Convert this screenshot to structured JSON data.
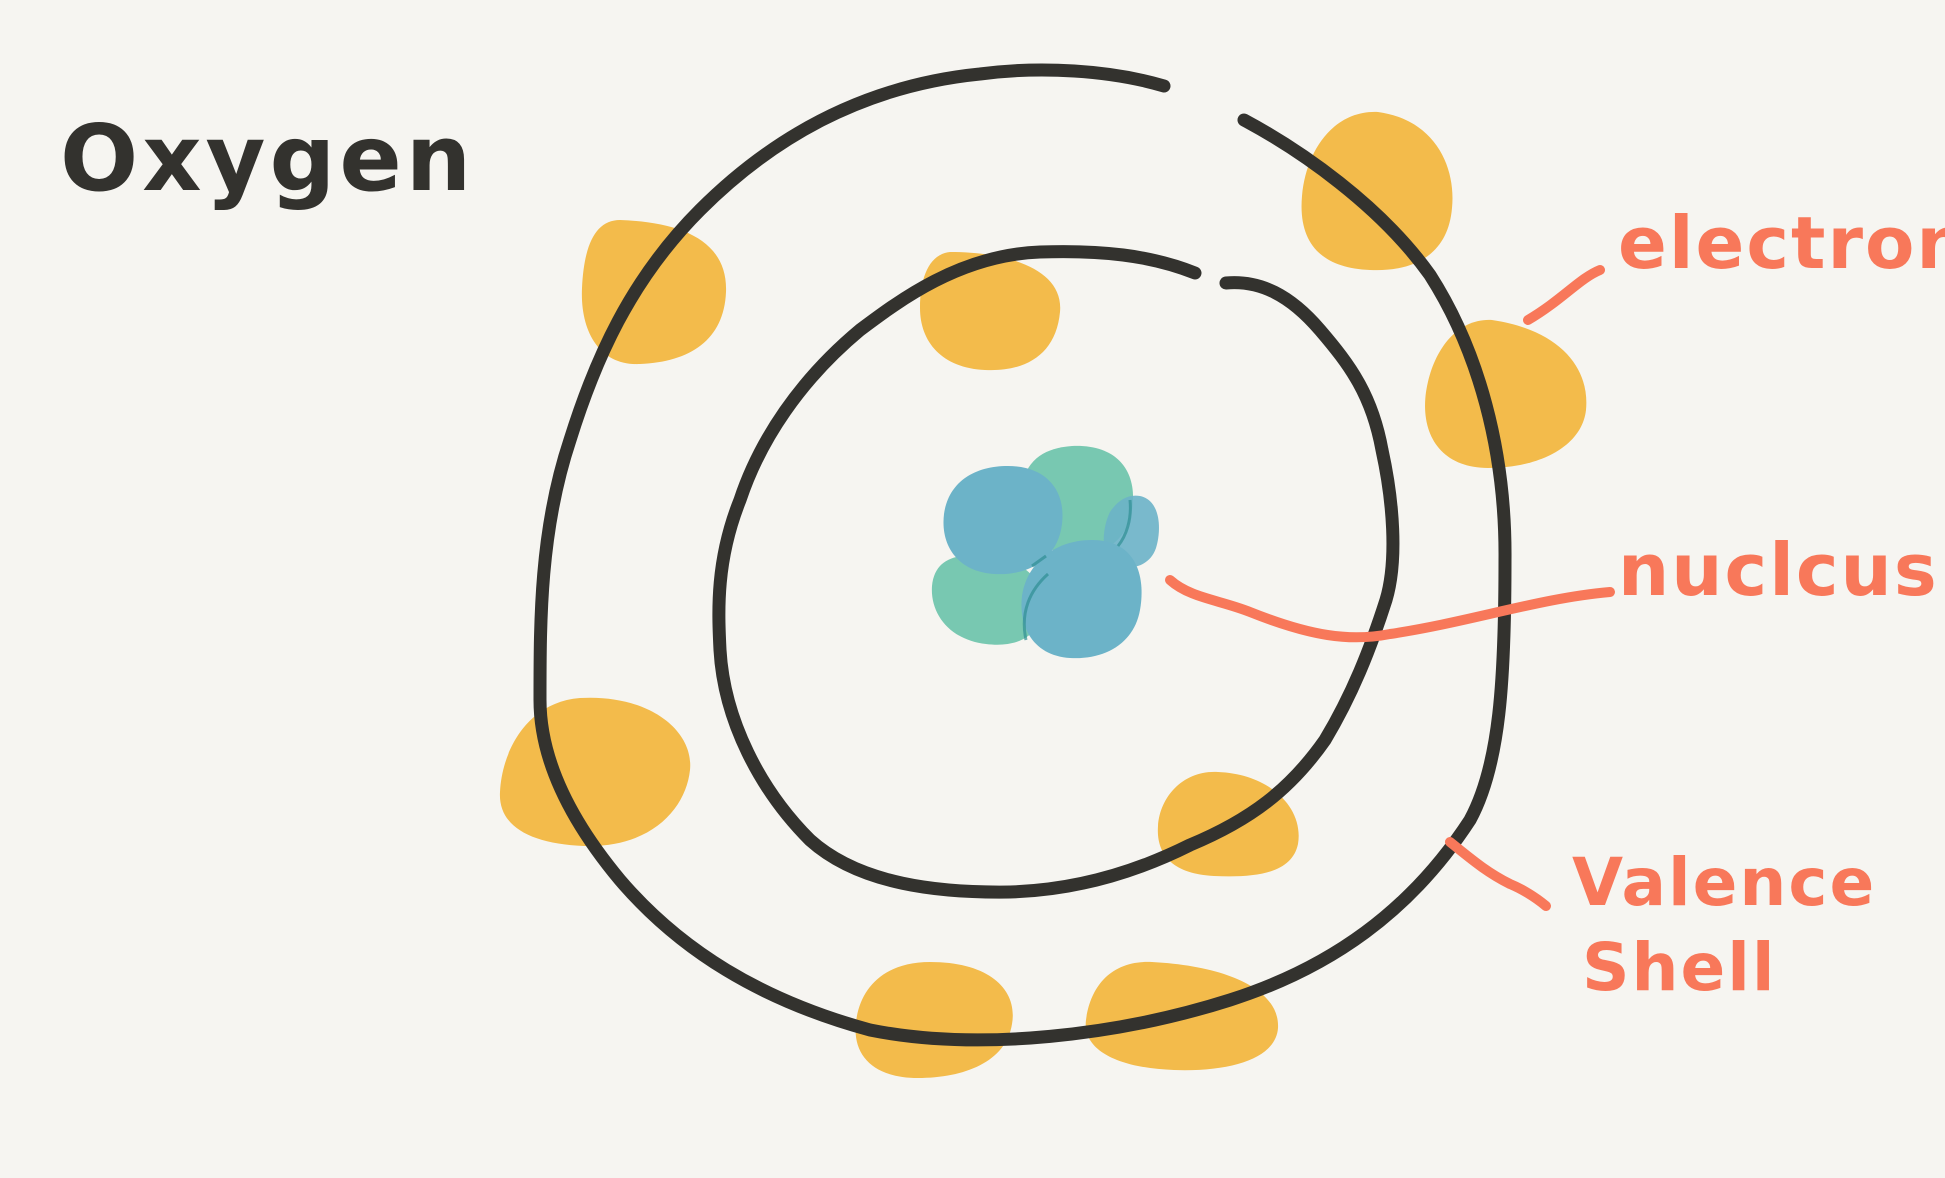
{
  "diagram": {
    "title": "Oxygen",
    "labels": {
      "electron": "electron",
      "nucleus": "nuclcus",
      "valence_line1": "Valence",
      "valence_line2": "Shell"
    }
  },
  "colors": {
    "background": "#f6f5f1",
    "ink": "#33322e",
    "annotation": "#f8785a",
    "electron": "#f3bb4b",
    "proton": "#6cb3c8",
    "neutron": "#78c8b1"
  }
}
